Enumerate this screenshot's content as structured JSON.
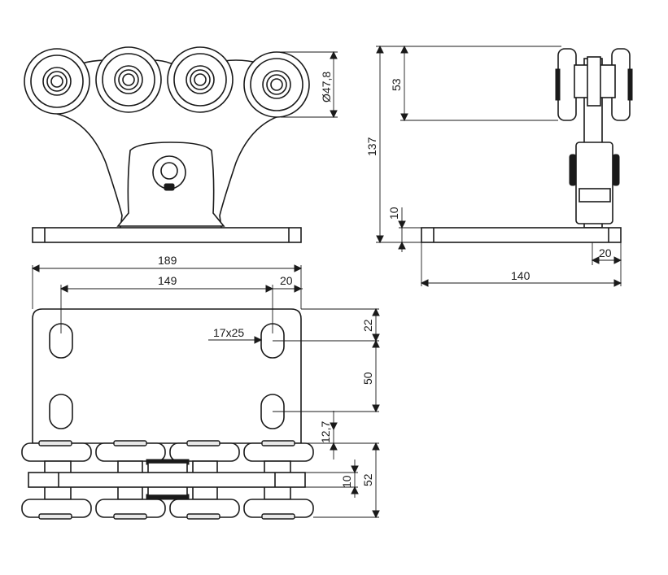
{
  "dimensions": {
    "diameter": "Ø47,8",
    "height_total": "137",
    "wheel_height": "53",
    "plate_thickness_side": "10",
    "base_depth": "140",
    "side_offset": "20",
    "plate_width": "189",
    "hole_spacing": "149",
    "hole_edge_offset": "20",
    "slot_size": "17x25",
    "slot_top_offset": "22",
    "slot_spacing": "50",
    "plate_to_wheel": "12,7",
    "rail_thickness": "10",
    "wheel_block_height": "52"
  },
  "colors": {
    "line": "#1a1a1a",
    "background": "#ffffff"
  }
}
